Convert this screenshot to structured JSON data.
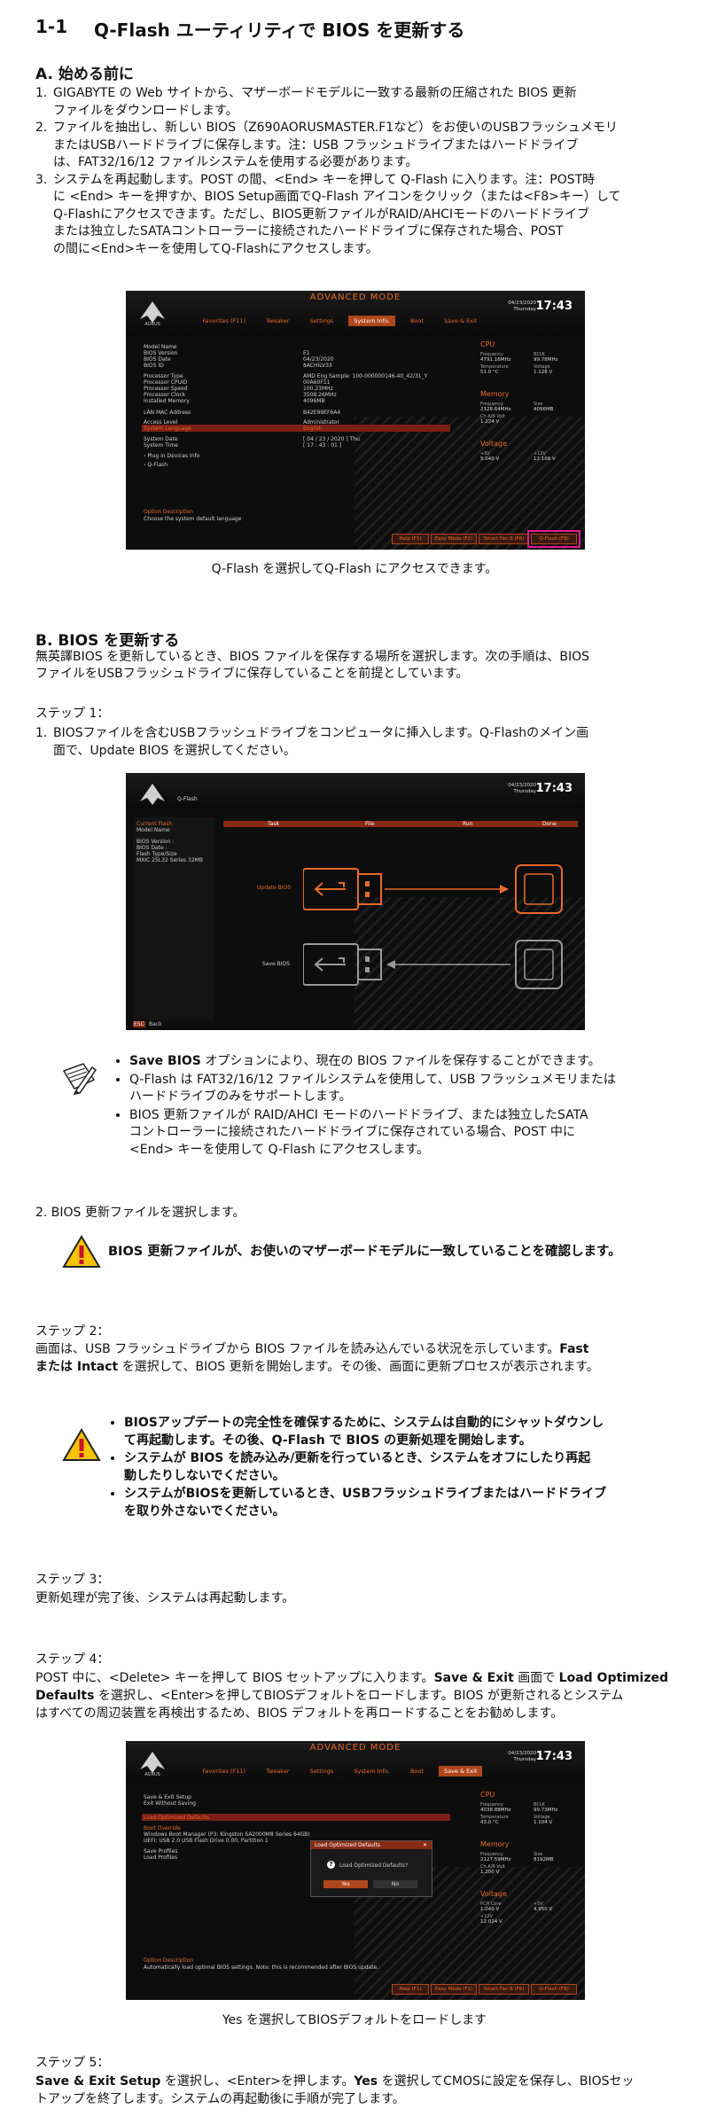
{
  "section": {
    "number": "1-1",
    "title": "Q-Flash ユーティリティで BIOS を更新する"
  },
  "partA": {
    "heading": "A. 始める前に",
    "items": [
      [
        "1.",
        "GIGABYTE の Web サイトから、マザーボードモデルに一致する最新の圧縮された BIOS 更新",
        "ファイルをダウンロードします。"
      ],
      [
        "2.",
        "ファイルを抽出し、新しい BIOS（Z690AORUSMASTER.F1など）をお使いのUSBフラッシュメモリ",
        "またはUSBハードドライブに保存します。注：USB フラッシュドライブまたはハードドライブ",
        "は、FAT32/16/12 ファイルシステムを使用する必要があります。"
      ],
      [
        "3.",
        "システムを再起動します。POST の間、<End> キーを押して Q-Flash に入ります。注：POST時",
        "に <End> キーを押すか、BIOS Setup画面でQ-Flash アイコンをクリック（または<F8>キー）して",
        "Q-Flashにアクセスできます。ただし、BIOS更新ファイルがRAID/AHCIモードのハードドライブ",
        "または独立したSATAコントローラーに接続されたハードドライブに保存された場合、POST",
        "の間に<End>キーを使用してQ-Flashにアクセスします。"
      ]
    ]
  },
  "bios1": {
    "title": "ADVANCED MODE",
    "tabs": [
      "Favorites (F11)",
      "Tweaker",
      "Settings",
      "System Info.",
      "Boot",
      "Save & Exit"
    ],
    "time": "17:43",
    "date1": "04/23/2020",
    "date2": "Thursday",
    "rows": [
      [
        "Model Name",
        ""
      ],
      [
        "BIOS Version",
        "E1"
      ],
      [
        "BIOS Date",
        "04/23/2020"
      ],
      [
        "BIOS ID",
        "8ACHILV33"
      ],
      [
        "Processor Type",
        "AMD Eng Sample: 100-000000146-40_42/31_Y"
      ],
      [
        "Processor CPUID",
        "00A60F11"
      ],
      [
        "Processor Speed",
        "100.23MHz"
      ],
      [
        "Processor Clock",
        "3508.26MHz"
      ],
      [
        "Installed Memory",
        "4096MB"
      ],
      [
        "LAN MAC Address",
        "B42E99EF6A4"
      ],
      [
        "Access Level",
        "Administrator"
      ],
      [
        "System Language",
        "English"
      ],
      [
        "System Date",
        "[ 04 / 23 / 2020 ]   Thu"
      ],
      [
        "System Time",
        "[ 17 : 43 : 01 ]"
      ],
      [
        "Plug in Devices Info",
        ""
      ],
      [
        "Q-Flash",
        ""
      ]
    ],
    "opt_title": "Option Description",
    "opt_desc": "Choose the system default language",
    "cpu": {
      "h": "CPU",
      "l1": "Frequency",
      "l2": "BCLK",
      "v1": "4791.16MHz",
      "v2": "99.78MHz",
      "l3": "Temperature",
      "l4": "Voltage",
      "v3": "51.0 °C",
      "v4": "1.128 V"
    },
    "mem": {
      "h": "Memory",
      "l1": "Frequency",
      "l2": "Size",
      "v1": "2128.64MHz",
      "v2": "4096MB",
      "l3": "Ch A/B Volt",
      "v3": "1.224 V"
    },
    "volt": {
      "h": "Voltage",
      "l1": "+5V",
      "l2": "+12V",
      "v1": "5.040 V",
      "v2": "12.168 V"
    },
    "buttons": [
      "Help (F1)",
      "Easy Mode (F2)",
      "Smart Fan 6 (F6)",
      "Q-Flash (F8)"
    ]
  },
  "caption1": "Q-Flash を選択してQ-Flash にアクセスできます。",
  "partB": {
    "heading": "B. BIOS を更新する",
    "intro": [
      "無英譯BIOS を更新しているとき、BIOS ファイルを保存する場所を選択します。次の手順は、BIOS",
      "ファイルをUSBフラッシュドライブに保存していることを前提としています。"
    ],
    "step1": "ステップ 1：",
    "step1_item": [
      "1.",
      "BIOSファイルを含むUSBフラッシュドライブをコンピュータに挿入します。Q-Flashのメイン画",
      "面で、Update BIOS を選択してください。"
    ]
  },
  "bios2": {
    "title": "Q-Flash",
    "time": "17:43",
    "date1": "04/23/2020",
    "date2": "Thursday",
    "left": [
      "Current Flash",
      "Model Name",
      "BIOS Version :",
      "BIOS Date :",
      "Flash Type/Size",
      "MXIC 25L32 Series  32MB"
    ],
    "cols": [
      "Task",
      "File",
      "Run",
      "Done"
    ],
    "update": "Update BIOS",
    "save": "Save BIOS",
    "esc": "ESC",
    "back": "Back"
  },
  "note1": [
    "Save BIOS オプションにより、現在の BIOS ファイルを保存することができます。",
    "Q-Flash は FAT32/16/12 ファイルシステムを使用して、USB フラッシュメモリまたは|ハードドライブのみをサポートします。",
    "BIOS 更新ファイルが RAID/AHCI モードのハードドライブ、または独立したSATA|コントローラーに接続されたハードドライブに保存されている場合、POST 中に|<End> キーを使用して Q-Flash にアクセスします。"
  ],
  "step1_2": "2. BIOS 更新ファイルを選択します。",
  "warn1": "BIOS 更新ファイルが、お使いのマザーボードモデルに一致していることを確認します。",
  "step2": {
    "label": "ステップ 2：",
    "text": [
      "画面は、USB フラッシュドライブから BIOS ファイルを読み込んでいる状況を示しています。Fast",
      "または Intact を選択して、BIOS 更新を開始します。その後、画面に更新プロセスが表示されます。"
    ]
  },
  "warn2": [
    "BIOSアップデートの完全性を確保するために、システムは自動的にシャットダウンし|て再起動します。その後、Q-Flash で BIOS の更新処理を開始します。",
    "システムが BIOS を読み込み/更新を行っているとき、システムをオフにしたり再起|動したりしないでください。",
    "システムがBIOSを更新しているとき、USBフラッシュドライブまたはハードドライブ|を取り外さないでください。"
  ],
  "step3": {
    "label": "ステップ 3：",
    "text": "更新処理が完了後、システムは再起動します。"
  },
  "step4": {
    "label": "ステップ 4：",
    "text": [
      "POST 中に、<Delete> キーを押して BIOS セットアップに入ります。Save & Exit 画面で Load Optimized",
      "Defaults を選択し、<Enter>を押してBIOSデフォルトをロードします。BIOS が更新されるとシステム",
      "はすべての周辺装置を再検出するため、BIOS デフォルトを再ロードすることをお勧めします。"
    ]
  },
  "bios3": {
    "title": "ADVANCED MODE",
    "tabs": [
      "Favorites (F11)",
      "Tweaker",
      "Settings",
      "System Info.",
      "Boot",
      "Save & Exit"
    ],
    "time": "17:43",
    "date1": "04/23/2020",
    "date2": "Thursday",
    "rows": [
      "Save & Exit Setup",
      "Exit Without Saving",
      "Load Optimized Defaults",
      "Boot Override",
      "Windows Boot Manager (P3: Kingston SA2000M8 Series 64GB)",
      "UEFI: USB 2.0 USB Flash Drive 0.00, Partition 1",
      "Save Profiles",
      "Load Profiles"
    ],
    "dialog_title": "Load Optimized Defaults",
    "dialog_q": "Load Optimized Defaults?",
    "yes": "Yes",
    "no": "No",
    "opt_title": "Option Description",
    "opt_desc": "Automatically load optimal BIOS settings. Note: this is recommended after BIOS update.",
    "cpu": {
      "h": "CPU",
      "l1": "Frequency",
      "l2": "BCLK",
      "v1": "4038.88MHz",
      "v2": "99.73MHz",
      "l3": "Temperature",
      "l4": "Voltage",
      "v3": "43.0 °C",
      "v4": "1.104 V"
    },
    "mem": {
      "h": "Memory",
      "l1": "Frequency",
      "l2": "Size",
      "v1": "2127.59MHz",
      "v2": "8192MB",
      "l3": "Ch A/B Volt",
      "v3": "1.200 V"
    },
    "volt": {
      "h": "Voltage",
      "l1": "PCH Core",
      "l2": "+5V",
      "v1": "1.040 V",
      "v2": "4.950 V",
      "l3": "+12V",
      "v3": "12.024 V"
    },
    "buttons": [
      "Help (F1)",
      "Easy Mode (F2)",
      "Smart Fan 6 (F6)",
      "Q-Flash (F8)"
    ]
  },
  "caption3": "Yes を選択してBIOSデフォルトをロードします",
  "step5": {
    "label": "ステップ 5：",
    "text": [
      "Save & Exit Setup を選択し、<Enter>を押します。Yes を選択してCMOSに設定を保存し、BIOSセッ",
      "トアップを終了します。システムの再起動後に手順が完了します。"
    ]
  }
}
